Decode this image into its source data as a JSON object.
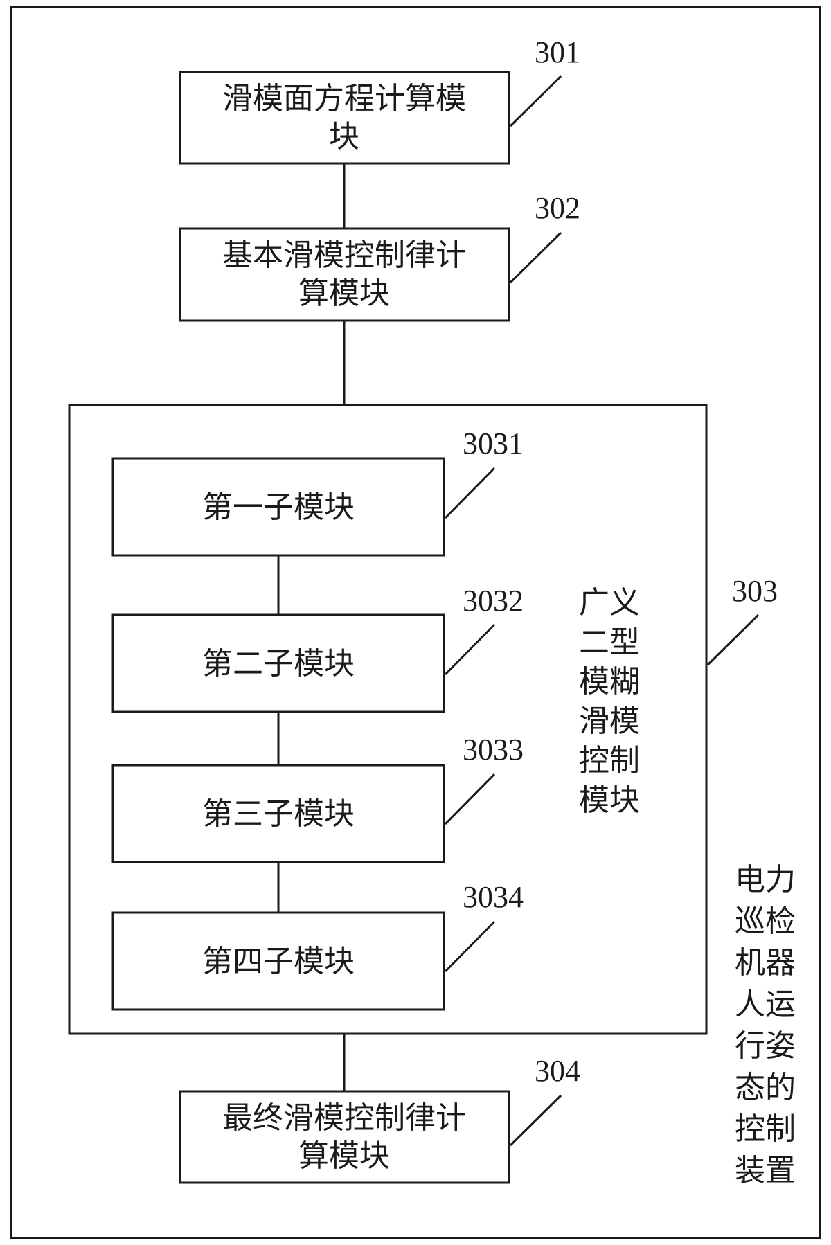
{
  "device": {
    "title_lines": [
      "电力",
      "巡检",
      "机器",
      "人运",
      "行姿",
      "态的",
      "控制",
      "装置"
    ]
  },
  "modules": [
    {
      "id": "301",
      "label_lines": [
        "滑模面方程计算模",
        "块"
      ]
    },
    {
      "id": "302",
      "label_lines": [
        "基本滑模控制律计",
        "算模块"
      ]
    },
    {
      "id": "304",
      "label_lines": [
        "最终滑模控制律计",
        "算模块"
      ]
    }
  ],
  "fuzzy_module": {
    "id": "303",
    "title_lines": [
      "广义",
      "二型",
      "模糊",
      "滑模",
      "控制",
      "模块"
    ],
    "submodules": [
      {
        "id": "3031",
        "label": "第一子模块"
      },
      {
        "id": "3032",
        "label": "第二子模块"
      },
      {
        "id": "3033",
        "label": "第三子模块"
      },
      {
        "id": "3034",
        "label": "第四子模块"
      }
    ]
  }
}
